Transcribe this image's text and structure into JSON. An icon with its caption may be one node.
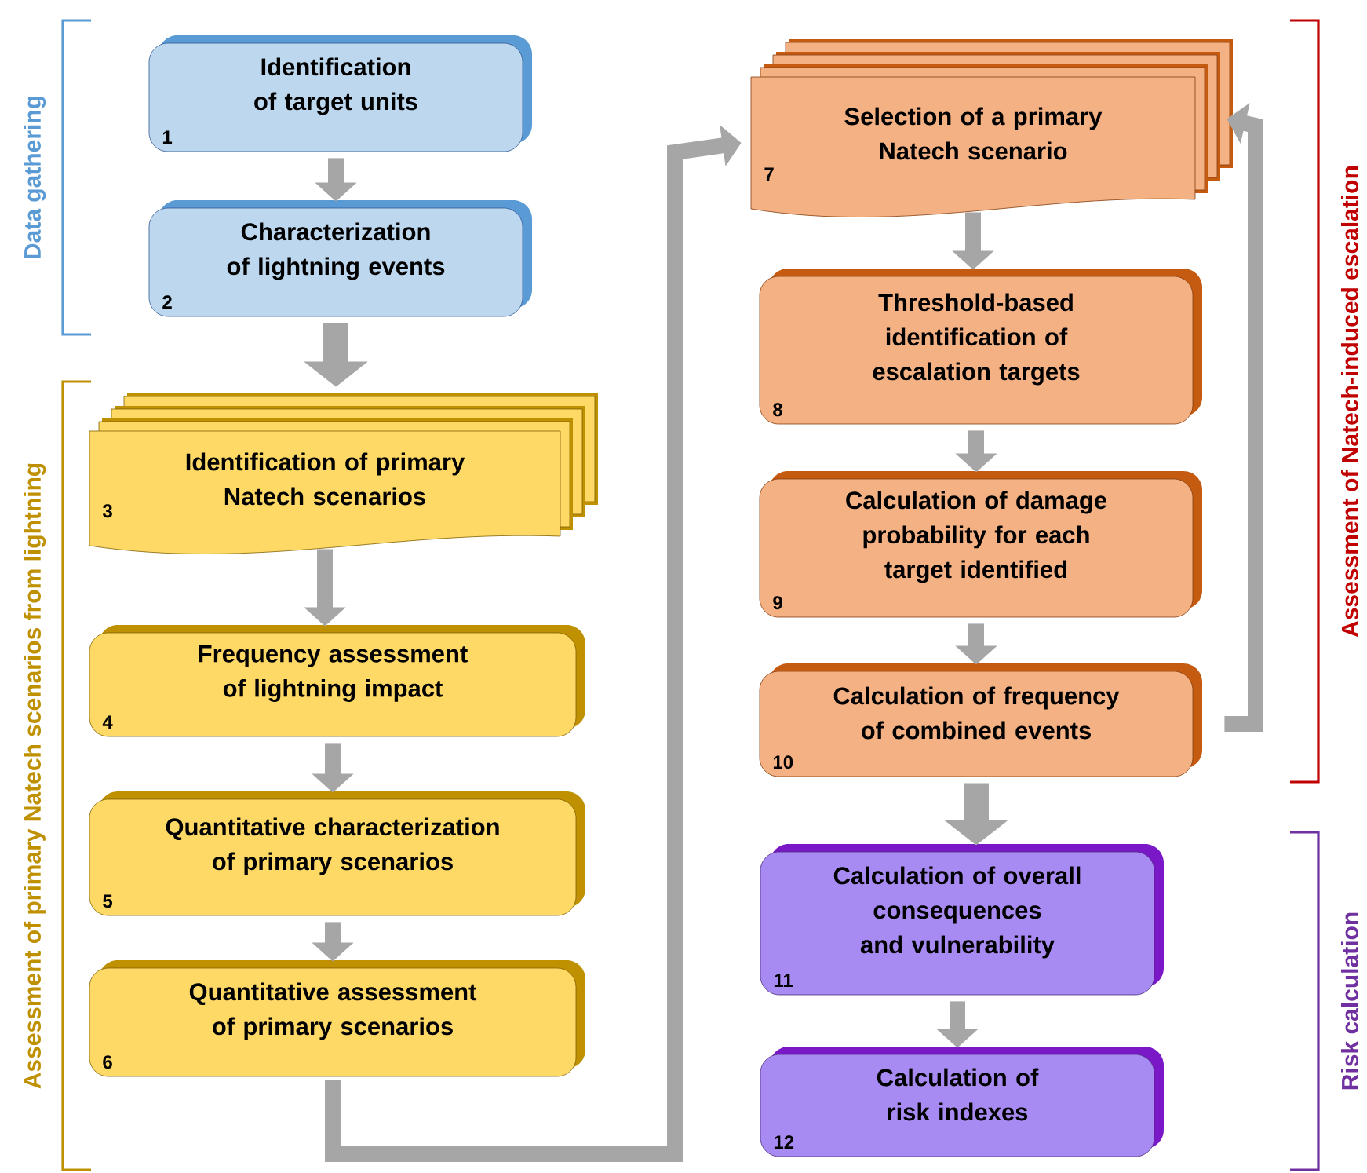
{
  "diagram": {
    "nodes": [
      {
        "text": [
          "1",
          "Identification of target units"
        ]
      },
      {
        "text": [
          "2",
          "Characterization of lightning events"
        ]
      },
      {
        "text": [
          "3",
          "Identification of primary Natech scenarios"
        ]
      },
      {
        "text": [
          "4",
          "Frequency assessment of lightning impact"
        ]
      },
      {
        "text": [
          "5",
          "Quantitative characterization of primary scenarios"
        ]
      },
      {
        "text": [
          "6",
          "Quantitative assessment of primary scenarios"
        ]
      },
      {
        "text": [
          "7",
          "Selection of a primary Natech scenario"
        ]
      },
      {
        "text": [
          "8",
          "Threshold-based identification of escalation targets"
        ]
      },
      {
        "text": [
          "9",
          "Calculation of damage probability for each target identified"
        ]
      },
      {
        "text": [
          "10",
          "Calculation of frequency of combined events"
        ]
      },
      {
        "text": [
          "11",
          "Calculation of overall consequences and vulnerability"
        ]
      },
      {
        "text": [
          "12",
          "Calculation of risk indexes"
        ]
      }
    ],
    "edges": [
      {
        "from": 0,
        "to": 1,
        "arrow": "to"
      },
      {
        "from": 1,
        "to": 2,
        "arrow": "to"
      },
      {
        "from": 2,
        "to": 3,
        "arrow": "to"
      },
      {
        "from": 3,
        "to": 4,
        "arrow": "to"
      },
      {
        "from": 4,
        "to": 5,
        "arrow": "to"
      },
      {
        "from": 5,
        "to": 6,
        "arrow": "to"
      },
      {
        "from": 6,
        "to": 7,
        "arrow": "to"
      },
      {
        "from": 7,
        "to": 8,
        "arrow": "to"
      },
      {
        "from": 8,
        "to": 9,
        "arrow": "to"
      },
      {
        "from": 9,
        "to": 6,
        "arrow": "to"
      },
      {
        "from": 9,
        "to": 10,
        "arrow": "to"
      },
      {
        "from": 10,
        "to": 11,
        "arrow": "to"
      }
    ],
    "labels": [
      "Data gathering",
      "Assessment of primary Natech scenarios from lightning",
      "Assessment of Natech-induced escalation",
      "Risk calculation"
    ]
  }
}
